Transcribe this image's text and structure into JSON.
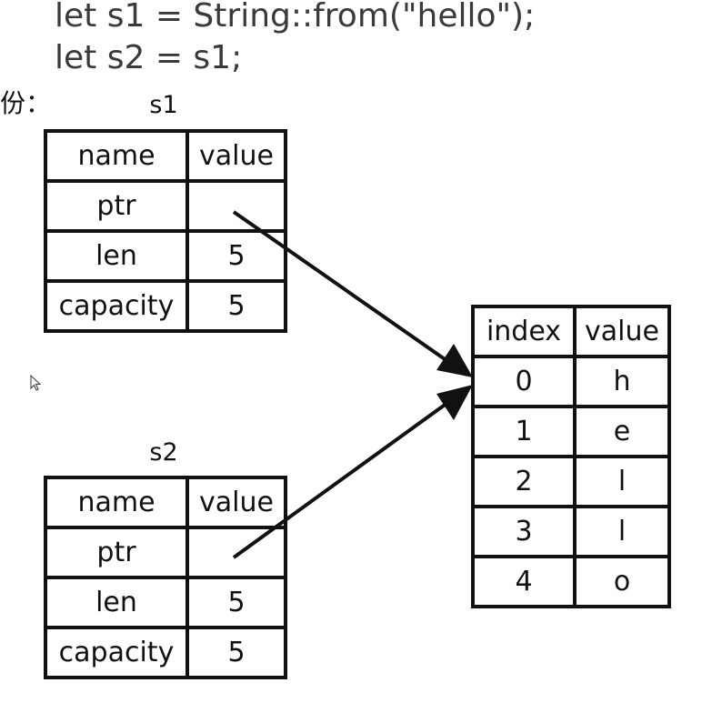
{
  "code": {
    "line1": "let s1 = String::from(\"hello\");",
    "line2": "let s2 = s1;"
  },
  "side_label": "份：",
  "s1": {
    "title": "s1",
    "header": {
      "name": "name",
      "value": "value"
    },
    "rows": [
      {
        "name": "ptr",
        "value": ""
      },
      {
        "name": "len",
        "value": "5"
      },
      {
        "name": "capacity",
        "value": "5"
      }
    ]
  },
  "s2": {
    "title": "s2",
    "header": {
      "name": "name",
      "value": "value"
    },
    "rows": [
      {
        "name": "ptr",
        "value": ""
      },
      {
        "name": "len",
        "value": "5"
      },
      {
        "name": "capacity",
        "value": "5"
      }
    ]
  },
  "heap": {
    "header": {
      "index": "index",
      "value": "value"
    },
    "rows": [
      {
        "index": "0",
        "value": "h"
      },
      {
        "index": "1",
        "value": "e"
      },
      {
        "index": "2",
        "value": "l"
      },
      {
        "index": "3",
        "value": "l"
      },
      {
        "index": "4",
        "value": "o"
      }
    ]
  },
  "colors": {
    "ink": "#111111",
    "code_text": "#3a3a3a",
    "background": "#ffffff"
  }
}
